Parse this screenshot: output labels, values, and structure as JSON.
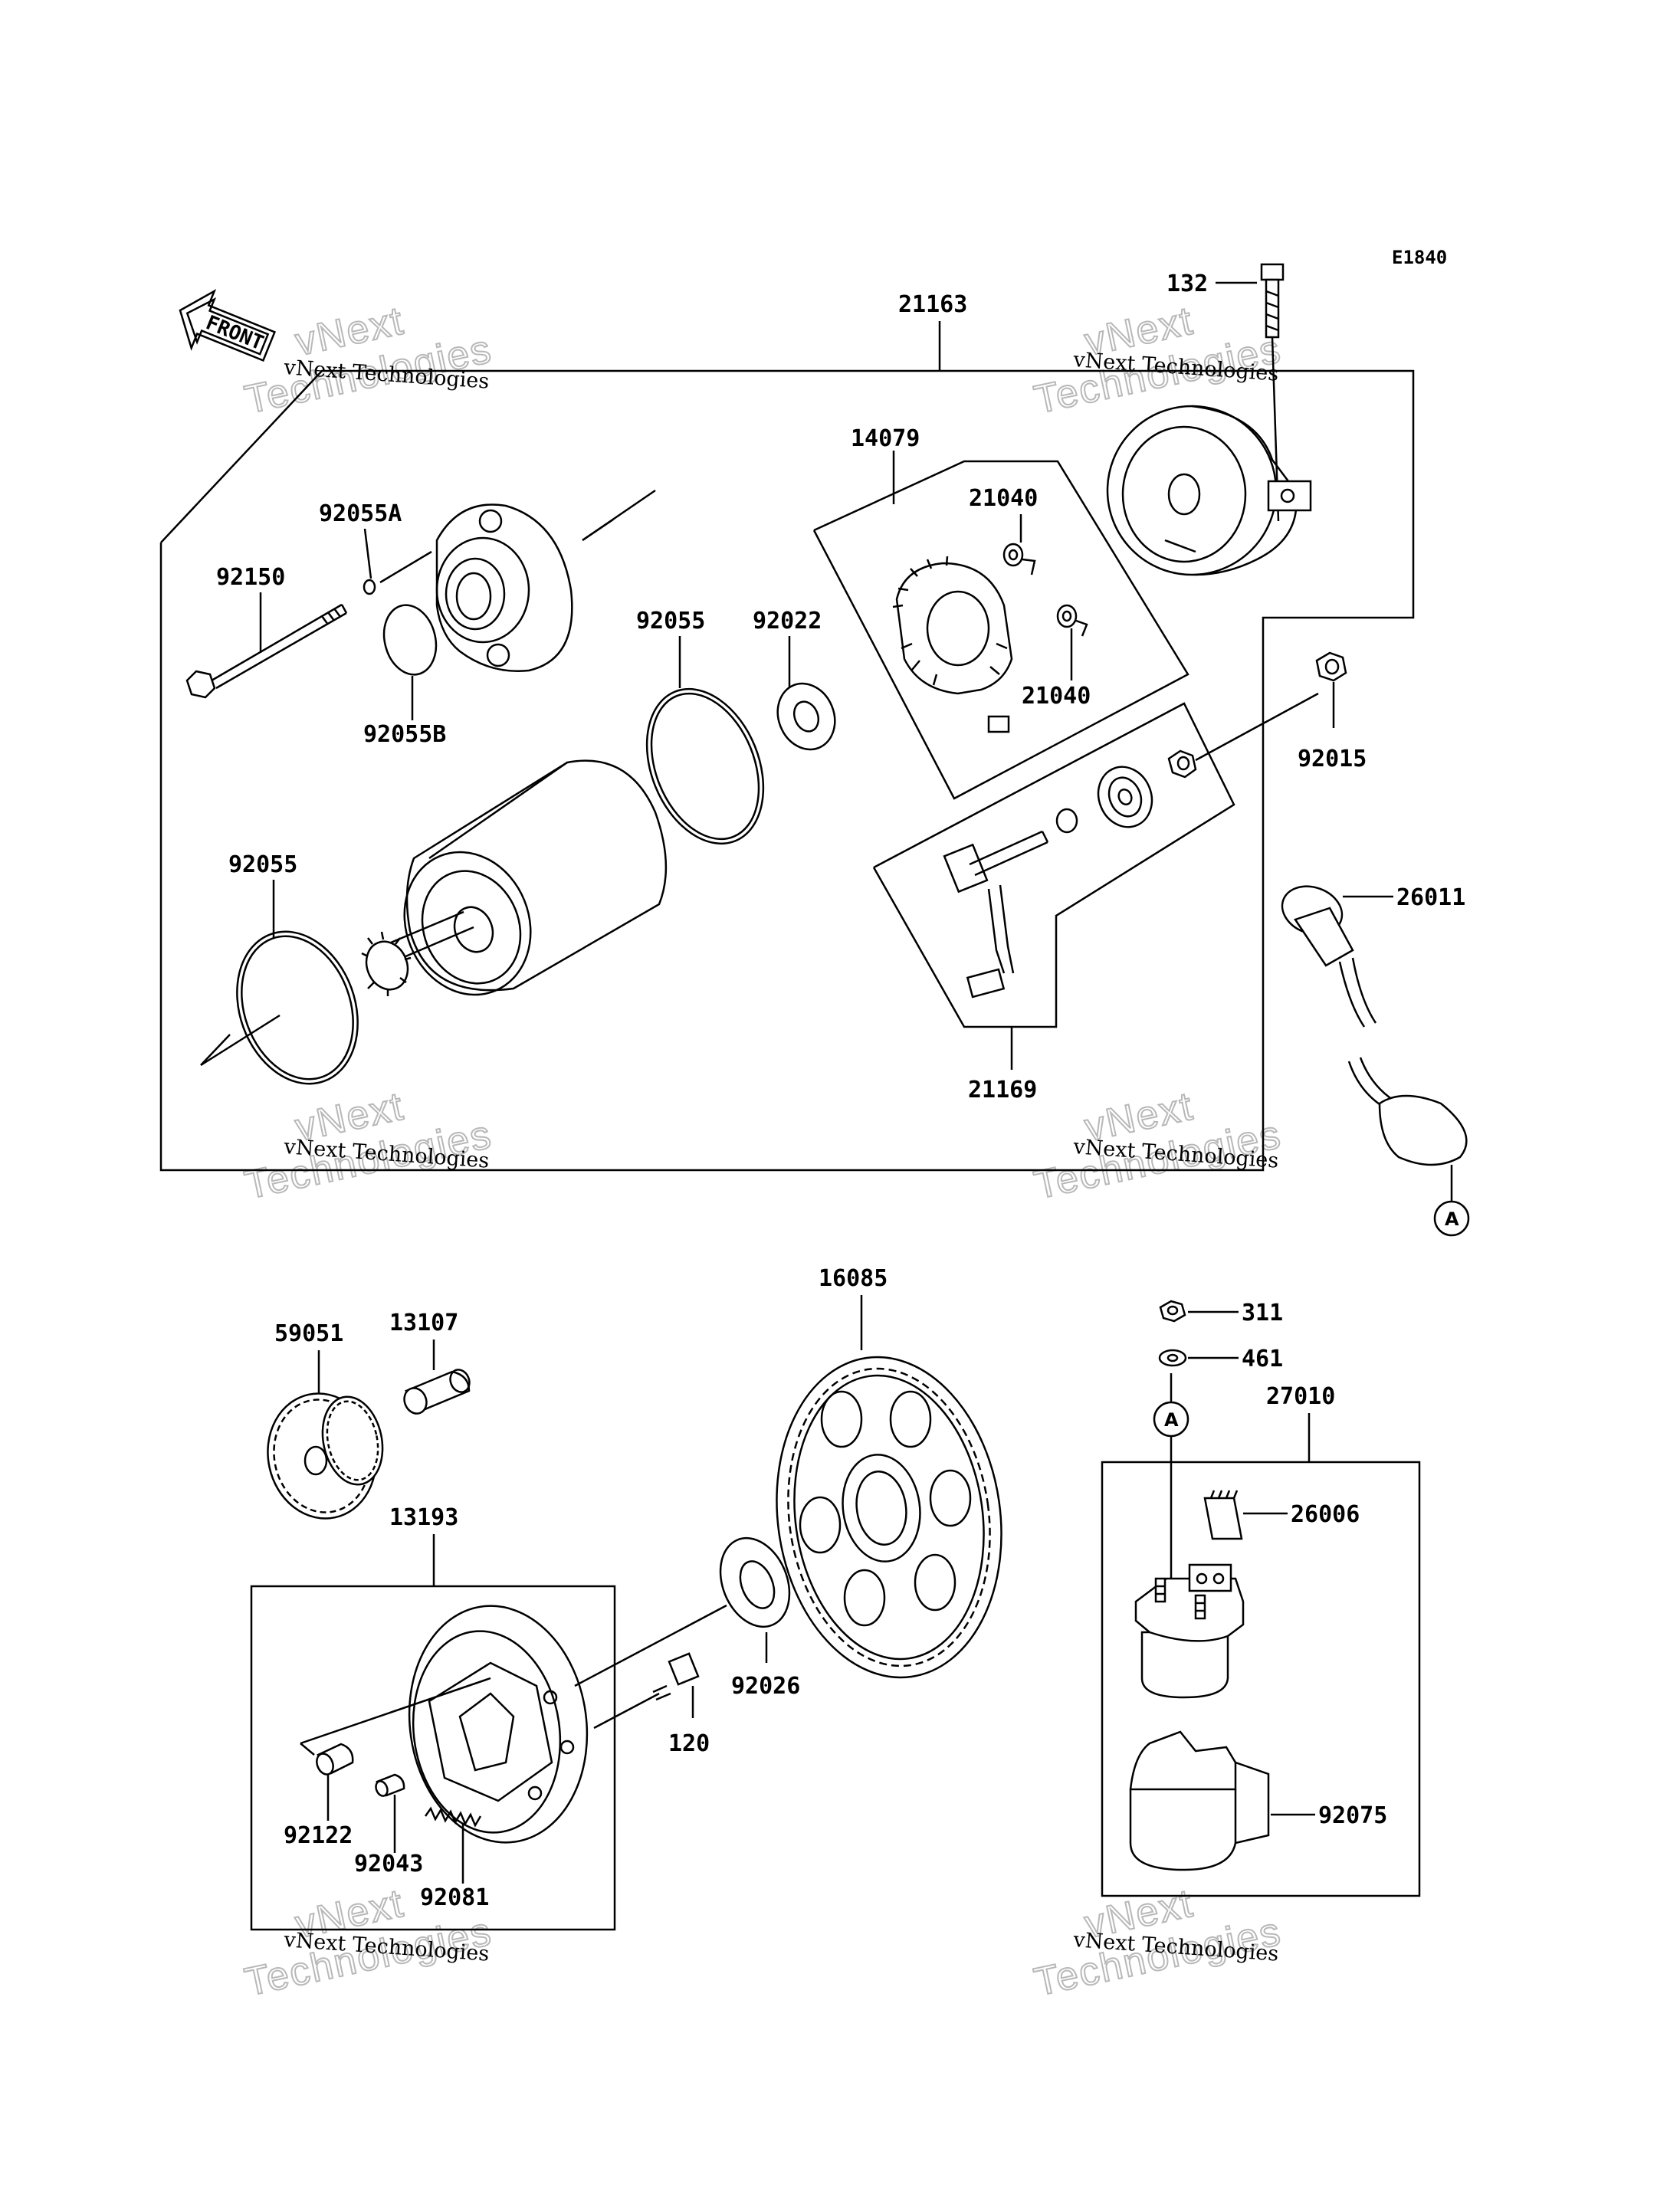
{
  "diagram_code": "E1840",
  "front_label": "FRONT",
  "connector_label": "A",
  "watermark": {
    "line1": "vNext",
    "line2": "Technologies",
    "small": "vNext Technologies"
  },
  "parts": {
    "p132": "132",
    "p21163": "21163",
    "p14079": "14079",
    "p21040a": "21040",
    "p21040b": "21040",
    "p92055A": "92055A",
    "p92150": "92150",
    "p92055B": "92055B",
    "p92055a": "92055",
    "p92022": "92022",
    "p92015": "92015",
    "p92055b": "92055",
    "p26011": "26011",
    "p21169": "21169",
    "p16085": "16085",
    "p59051": "59051",
    "p13107": "13107",
    "p311": "311",
    "p461": "461",
    "p27010": "27010",
    "p13193": "13193",
    "p26006": "26006",
    "p92026": "92026",
    "p120": "120",
    "p92122": "92122",
    "p92043": "92043",
    "p92081": "92081",
    "p92075": "92075"
  }
}
